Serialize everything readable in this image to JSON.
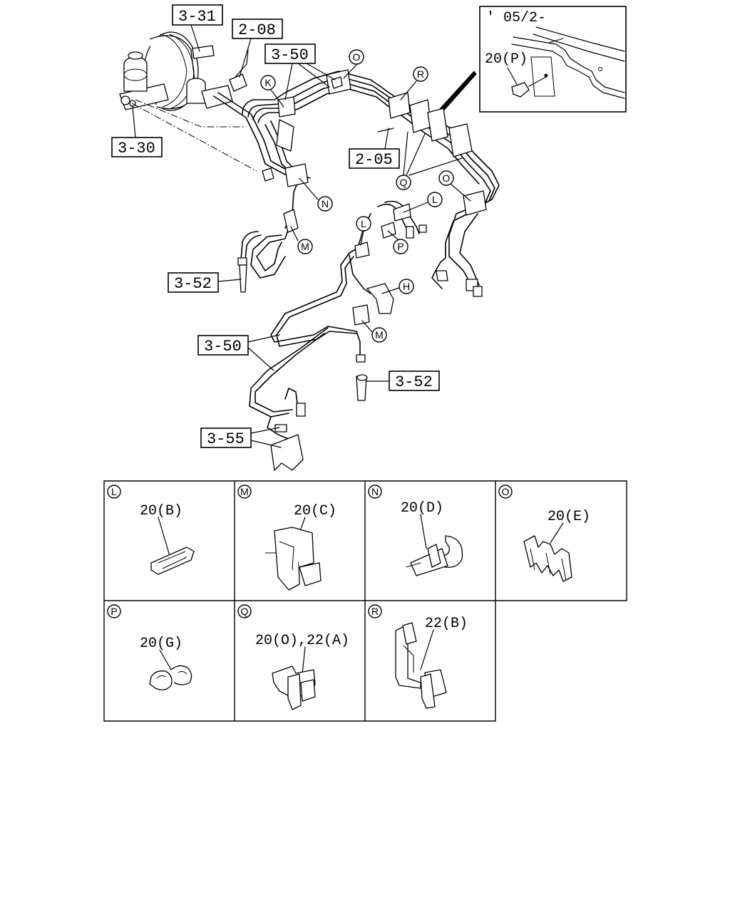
{
  "inset": {
    "date_note": "' 05/2-",
    "part": "20(P)"
  },
  "refs": {
    "r331": "3-31",
    "r208": "2-08",
    "r350a": "3-50",
    "r330": "3-30",
    "r205": "2-05",
    "r352a": "3-52",
    "r350b": "3-50",
    "r352b": "3-52",
    "r355": "3-55"
  },
  "clip_markers": {
    "o1": "O",
    "k": "K",
    "r": "R",
    "q": "Q",
    "o2": "O",
    "n": "N",
    "l1": "L",
    "l2": "L",
    "p": "P",
    "m1": "M",
    "h": "H",
    "m2": "M"
  },
  "legend": [
    {
      "key": "L",
      "part": "20(B)"
    },
    {
      "key": "M",
      "part": "20(C)"
    },
    {
      "key": "N",
      "part": "20(D)"
    },
    {
      "key": "O",
      "part": "20(E)"
    },
    {
      "key": "P",
      "part": "20(G)"
    },
    {
      "key": "Q",
      "part": "20(O),22(A)"
    },
    {
      "key": "R",
      "part": "22(B)"
    }
  ]
}
